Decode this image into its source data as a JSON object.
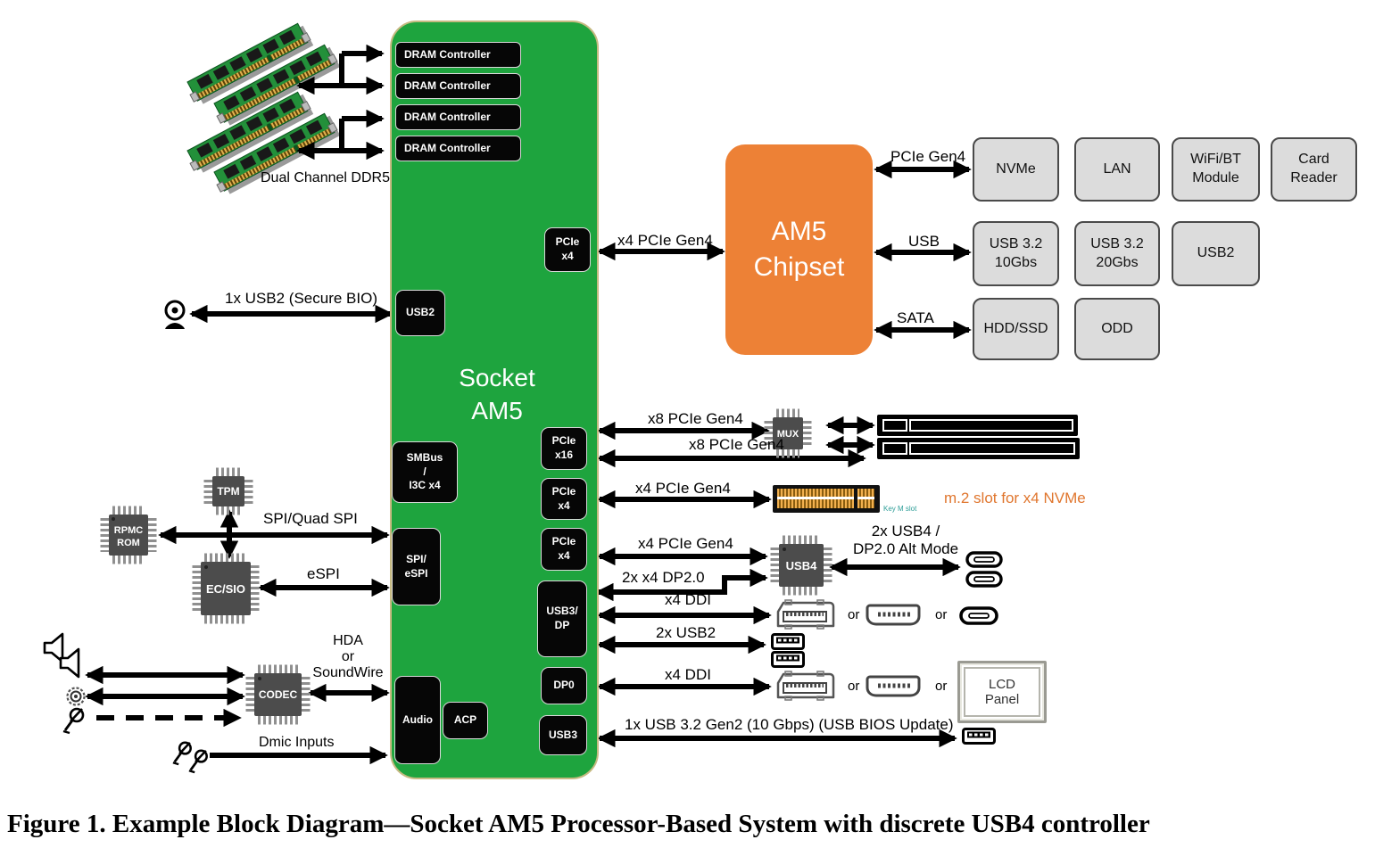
{
  "colors": {
    "socket_green": "#1ea43e",
    "socket_border_tan": "#c6ba82",
    "chipset_orange": "#ed8136",
    "block_black": "#060606",
    "peripheral_gray": "#dcdcdc",
    "m2_note_orange": "#e0762e"
  },
  "memory": {
    "dimm_label": "Dual Channel DDR5",
    "controllers": [
      "DRAM Controller",
      "DRAM Controller",
      "DRAM Controller",
      "DRAM Controller"
    ]
  },
  "socket": {
    "title": "Socket\nAM5",
    "ports": {
      "usb2": "USB2",
      "pcie_x4_top": "PCIe\nx4",
      "smbus": "SMBus\n/\nI3C x4",
      "spi_espi": "SPI/\neSPI",
      "audio": "Audio",
      "acp": "ACP",
      "pcie_x16": "PCIe\nx16",
      "pcie_x4_a": "PCIe\nx4",
      "pcie_x4_b": "PCIe\nx4",
      "usb3_dp": "USB3/\nDP",
      "dp0": "DP0",
      "usb3": "USB3"
    }
  },
  "chipset": {
    "name": "AM5\nChipset",
    "links": {
      "pcie": "PCIe Gen4",
      "usb": "USB",
      "sata": "SATA"
    }
  },
  "peripherals": {
    "row1": [
      "NVMe",
      "LAN",
      "WiFi/BT\nModule",
      "Card\nReader"
    ],
    "row2": [
      "USB 3.2\n10Gbs",
      "USB 3.2\n20Gbs",
      "USB2"
    ],
    "row3": [
      "HDD/SSD",
      "ODD"
    ]
  },
  "buses": {
    "cpu_chipset": "x4 PCIe Gen4",
    "usb2_secure": "1x USB2 (Secure BIO)",
    "x8_top": "x8 PCIe Gen4",
    "x8_bottom": "x8 PCIe Gen4",
    "m2": "x4 PCIe Gen4",
    "usb4_link": "x4 PCIe Gen4",
    "usb4_out": "2x USB4 /\nDP2.0 Alt Mode",
    "dp2": "2x x4 DP2.0",
    "ddi_a": "x4 DDI",
    "usb2_2x": "2x USB2",
    "ddi_b": "x4 DDI",
    "usb32_gen2": "1x USB 3.2 Gen2 (10 Gbps) (USB BIOS Update)",
    "spi_quad": "SPI/Quad SPI",
    "espi": "eSPI",
    "hda": "HDA\nor\nSoundWire",
    "dmic": "Dmic Inputs"
  },
  "chips": {
    "tpm": "TPM",
    "rpmc_line1": "RPMC",
    "rpmc_line2": "ROM",
    "ec_sio": "EC/SIO",
    "codec": "CODEC",
    "mux": "MUX",
    "usb4": "USB4"
  },
  "annotations": {
    "m2_note": "m.2 slot for x4 NVMe",
    "key_m": "Key M slot",
    "or": "or",
    "lcd_panel": "LCD\nPanel"
  },
  "caption": "Figure 1. Example Block Diagram—Socket AM5 Processor-Based System with discrete USB4 controller"
}
